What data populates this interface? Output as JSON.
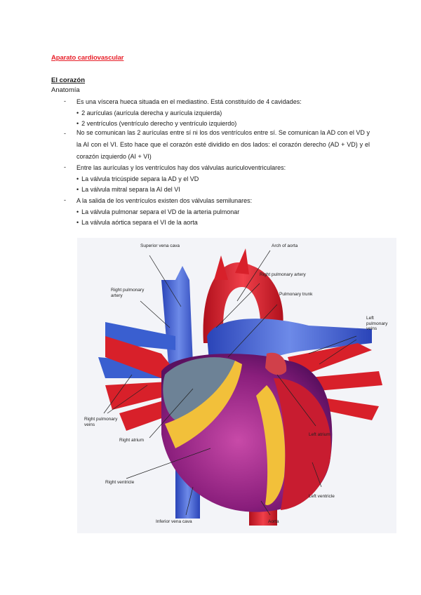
{
  "document": {
    "title": "Aparato cardiovascular",
    "section_heading": "El corazón",
    "subsection_heading": "Anatomía",
    "items": [
      {
        "marker": "-",
        "text": "Es una víscera hueca situada en el mediastino. Está constituído de 4 cavidades:",
        "bullets": [
          "2 aurículas (aurícula derecha y aurícula izquierda)",
          "2 ventrículos (ventrículo derecho y ventrículo izquierdo)"
        ]
      },
      {
        "marker": "-",
        "text": "No se comunican las 2 aurículas entre sí ni los dos ventrículos entre sí. Se comunican la AD con el VD y la AI con el VI. Esto hace que el corazón esté dividido en dos lados: el corazón derecho (AD + VD) y el corazón izquierdo (AI + VI)",
        "bullets": []
      },
      {
        "marker": "-",
        "text": "Entre las aurículas y los ventrículos hay dos válvulas auriculoventriculares:",
        "bullets": [
          "La válvula tricúspide separa la AD y el VD",
          "La válvula mitral separa la AI del VI"
        ]
      },
      {
        "marker": "-",
        "text": "A la salida de los ventrículos existen dos válvulas semilunares:",
        "bullets": [
          "La válvula pulmonar separa el VD de la arteria pulmonar",
          "La válvula aórtica separa el VI de la aorta"
        ]
      }
    ]
  },
  "figure": {
    "description": "Anterior view of the heart with labeled structures",
    "labels": {
      "superior_vena_cava": "Superior vena cava",
      "arch_of_aorta": "Arch of aorta",
      "right_pulmonary_artery_left": "Right pulmonary\nartery",
      "right_pulmonary_artery_right": "Right pulmonary artery",
      "pulmonary_trunk": "Pulmonary trunk",
      "left_pulmonary_veins": "Left\npulmonary\nveins",
      "right_pulmonary_veins": "Right pulmonary\nveins",
      "right_atrium": "Right atrium",
      "left_atrium": "Left atrium",
      "right_ventricle": "Right ventricle",
      "left_ventricle": "Left ventricle",
      "inferior_vena_cava": "Inferior vena cava",
      "aorta": "Aorta"
    },
    "colors": {
      "artery_red": "#d8202a",
      "vein_blue": "#3a5fd0",
      "myocardium_purple": "#a0288a",
      "fat_yellow": "#f2c03a",
      "atrium_gray": "#6d8296"
    }
  }
}
